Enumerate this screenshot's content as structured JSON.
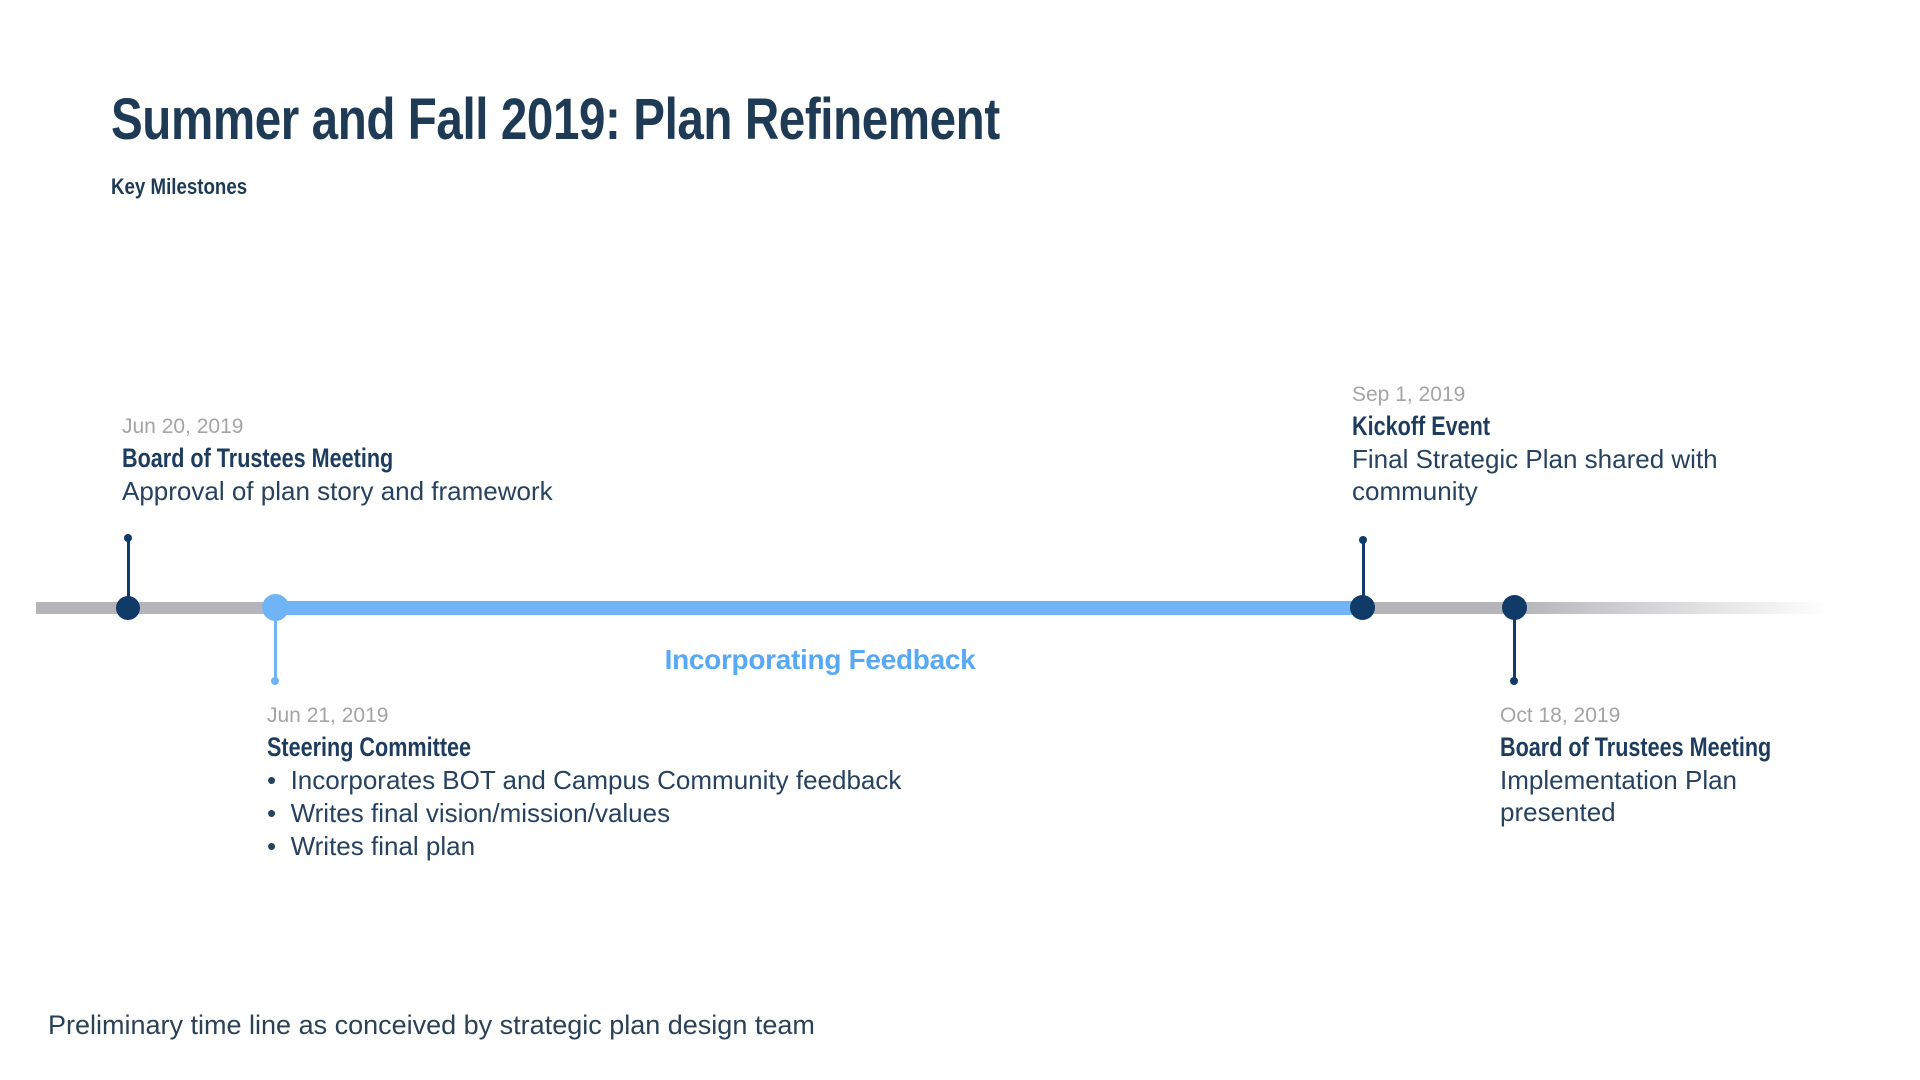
{
  "header": {
    "title": "Summer and Fall 2019: Plan Refinement",
    "subtitle": "Key Milestones"
  },
  "timeline": {
    "phase_label": "Incorporating Feedback",
    "colors": {
      "navy": "#103a67",
      "light_blue": "#70b4f5",
      "label_blue": "#58a8f3",
      "track_gray": "#b5b5b9",
      "heading_navy": "#1d3c5e",
      "body_navy": "#27425e",
      "date_gray": "#a3a4a6"
    },
    "milestones": [
      {
        "date": "Jun 20, 2019",
        "title": "Board of Trustees Meeting",
        "description": "Approval of plan story and framework",
        "position": "above-line"
      },
      {
        "date": "Jun 21, 2019",
        "title": "Steering Committee",
        "bullets": [
          "Incorporates BOT and Campus Community feedback",
          "Writes final vision/mission/values",
          "Writes final plan"
        ],
        "position": "below-line"
      },
      {
        "date": "Sep 1, 2019",
        "title": "Kickoff Event",
        "description": "Final Strategic Plan shared with community",
        "position": "above-line"
      },
      {
        "date": "Oct 18, 2019",
        "title": "Board of Trustees Meeting",
        "description": "Implementation Plan presented",
        "position": "below-line"
      }
    ]
  },
  "footer": {
    "note": "Preliminary time line as conceived by strategic plan design team"
  }
}
